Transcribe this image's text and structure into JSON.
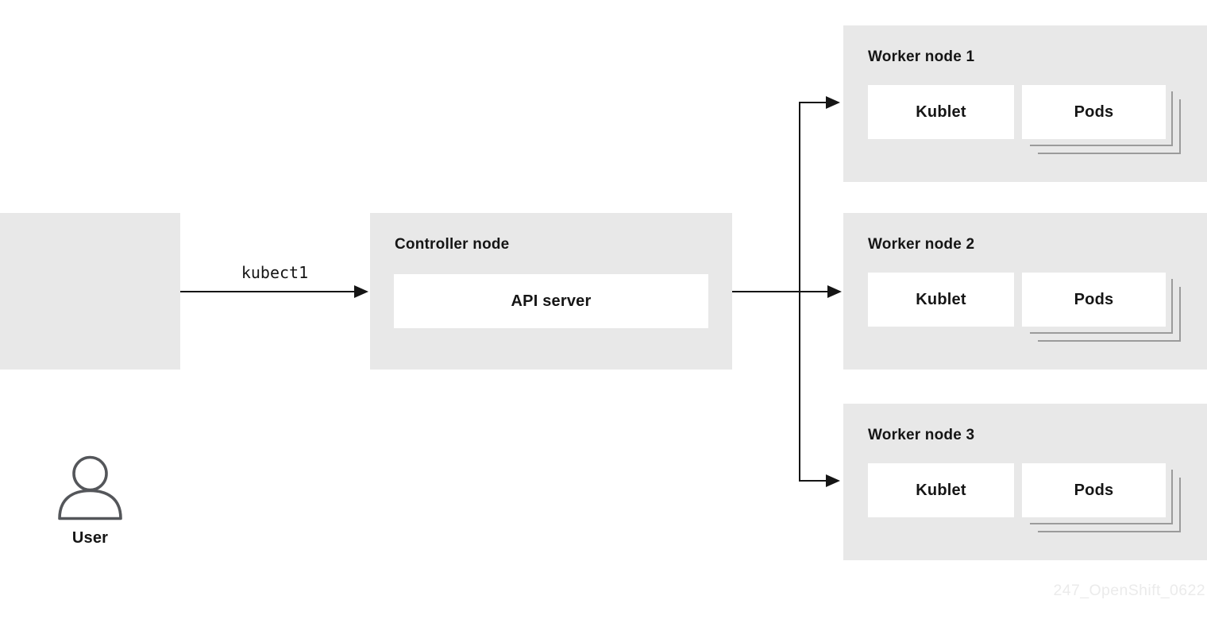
{
  "colors": {
    "background": "#ffffff",
    "panel_gray": "#e8e8e8",
    "inner_box_white": "#ffffff",
    "text": "#151515",
    "arrow": "#151515",
    "pods_stack_line": "#9b9b9b",
    "person_icon_stroke": "#54565a",
    "watermark": "#ebebeb"
  },
  "user": {
    "label": "User",
    "icon": "person-icon"
  },
  "command": {
    "label": "kubect1"
  },
  "controller": {
    "title": "Controller node",
    "api_server_label": "API server"
  },
  "workers": [
    {
      "title": "Worker node 1",
      "kublet_label": "Kublet",
      "pods_label": "Pods"
    },
    {
      "title": "Worker node 2",
      "kublet_label": "Kublet",
      "pods_label": "Pods"
    },
    {
      "title": "Worker node 3",
      "kublet_label": "Kublet",
      "pods_label": "Pods"
    }
  ],
  "watermark": {
    "text": "247_OpenShift_0622"
  }
}
